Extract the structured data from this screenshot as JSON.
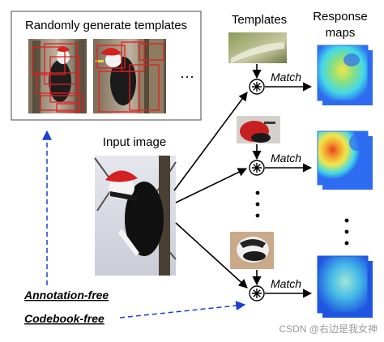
{
  "diagram": {
    "random_box_title": "Randomly generate templates",
    "ellipsis": "···",
    "templates_header": "Templates",
    "response_header_line1": "Response",
    "response_header_line2": "maps",
    "input_label": "Input image",
    "match_label": "Match",
    "match_labels": [
      "Match",
      "Match",
      "Match"
    ],
    "annotation_free": "Annotation-free",
    "codebook_free": "Codebook-free",
    "watermark": "CSDN @右边是我女神",
    "colors": {
      "arrow_black": "#000000",
      "arrow_blue": "#1a3fd6",
      "box_border": "#666666",
      "red_box": "#e02020",
      "heat_blue": "#2d6cf0",
      "heat_cyan": "#43d8e8",
      "heat_yellow": "#f2e64a",
      "heat_red": "#e84020"
    },
    "icons": [
      "convolution-symbol-icon",
      "vertical-dots-icon",
      "arrow-icon"
    ]
  }
}
